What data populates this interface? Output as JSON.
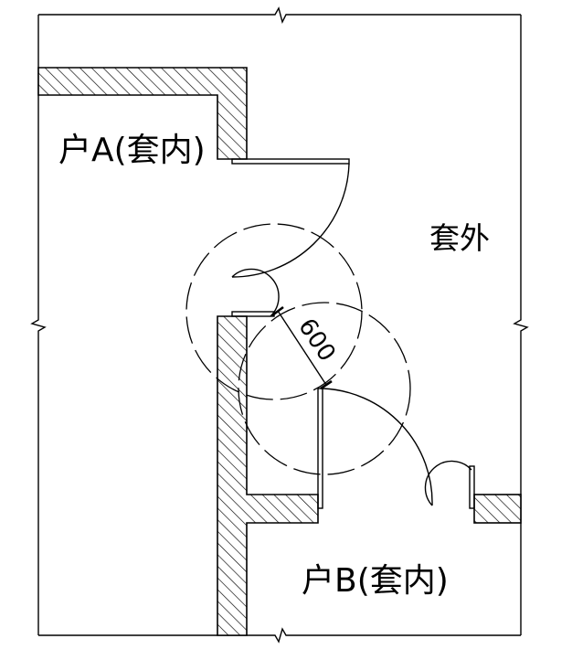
{
  "labels": {
    "unit_a": "户A(套内)",
    "unit_b": "户B(套内)",
    "outside": "套外",
    "dimension": "600"
  },
  "colors": {
    "line": "#000000",
    "background": "#ffffff"
  }
}
